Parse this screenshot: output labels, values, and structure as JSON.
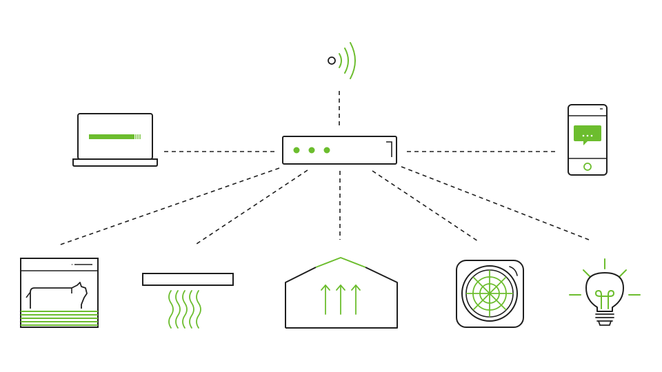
{
  "colors": {
    "stroke": "#1e1e1e",
    "accent": "#6cbd2e",
    "background": "#ffffff"
  },
  "nodes": {
    "hub": {
      "icon": "router-icon"
    },
    "antenna": {
      "icon": "wireless-signal-icon"
    },
    "laptop": {
      "icon": "laptop-icon"
    },
    "phone": {
      "icon": "smartphone-chat-icon"
    },
    "barn": {
      "icon": "livestock-barn-icon"
    },
    "heater": {
      "icon": "radiant-heater-icon"
    },
    "greenhouse": {
      "icon": "greenhouse-heat-icon"
    },
    "fan": {
      "icon": "ventilation-fan-icon"
    },
    "bulb": {
      "icon": "light-bulb-icon"
    }
  },
  "edges": [
    {
      "from": "hub",
      "to": "antenna"
    },
    {
      "from": "hub",
      "to": "laptop"
    },
    {
      "from": "hub",
      "to": "phone"
    },
    {
      "from": "hub",
      "to": "barn"
    },
    {
      "from": "hub",
      "to": "heater"
    },
    {
      "from": "hub",
      "to": "greenhouse"
    },
    {
      "from": "hub",
      "to": "fan"
    },
    {
      "from": "hub",
      "to": "bulb"
    }
  ]
}
